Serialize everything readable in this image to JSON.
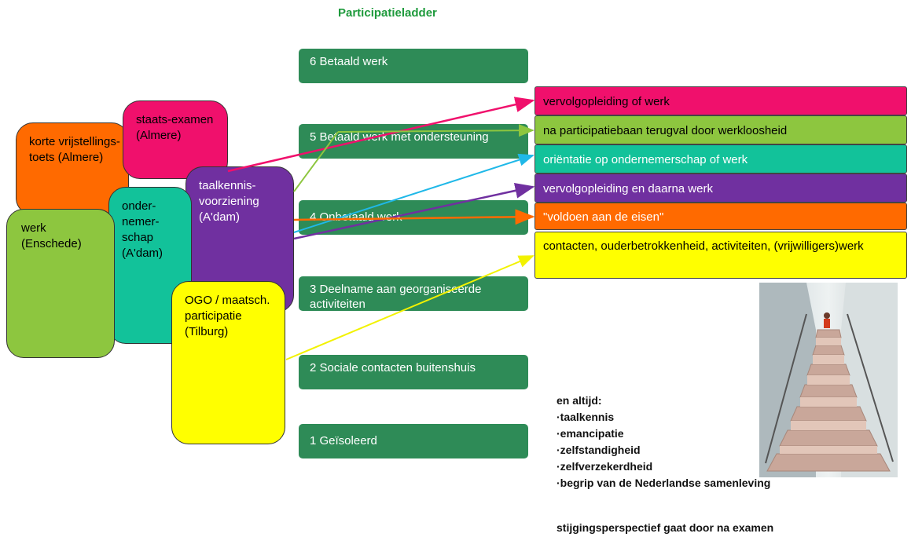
{
  "title": "Participatieladder",
  "ladder": [
    {
      "label": "6 Betaald werk"
    },
    {
      "label": "5  Betaald werk met ondersteuning"
    },
    {
      "label": "4 Onbetaald werk"
    },
    {
      "label": "3  Deelname aan georganiseerde activiteiten"
    },
    {
      "label": "2  Sociale contacten buitenshuis"
    },
    {
      "label": "1  Geïsoleerd"
    }
  ],
  "programs": [
    {
      "text": "korte vrijstellings-toets (Almere)",
      "color": "#ff6a00"
    },
    {
      "text": "staats-examen (Almere)",
      "color": "#f0106c"
    },
    {
      "text": "taalkennis-voorziening (A'dam)",
      "color": "#7030a0"
    },
    {
      "text": "onder-nemer-schap (A'dam)",
      "color": "#12c29a"
    },
    {
      "text": "werk (Enschede)",
      "color": "#8dc63f"
    },
    {
      "text": "OGO / maatsch. participatie (Tilburg)",
      "color": "#ffff00"
    }
  ],
  "outcomes": [
    {
      "text": "vervolgopleiding of werk",
      "color": "#f0106c"
    },
    {
      "text": "na participatiebaan terugval door werkloosheid",
      "color": "#8dc63f"
    },
    {
      "text": "oriëntatie op ondernemerschap of werk",
      "color": "#12c29a"
    },
    {
      "text": "vervolgopleiding  en daarna werk",
      "color": "#7030a0"
    },
    {
      "text": "\"voldoen aan de eisen\"",
      "color": "#ff6a00"
    },
    {
      "text": "contacten, ouderbetrokkenheid, activiteiten, (vrijwilligers)werk",
      "color": "#ffff00"
    }
  ],
  "always": {
    "heading": "en altijd:",
    "items": [
      "taalkennis",
      "emancipatie",
      "zelfstandigheid",
      "zelfverzekerdheid",
      "begrip van de Nederlandse samenleving"
    ]
  },
  "footer": "stijgingsperspectief gaat door na examen",
  "photo": {
    "subject": "person climbing staircase"
  }
}
